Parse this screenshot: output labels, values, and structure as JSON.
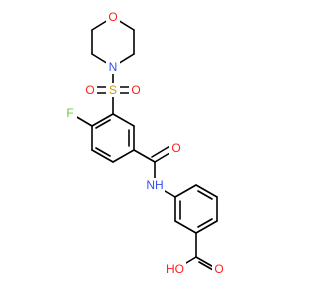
{
  "molecule": {
    "atoms": {
      "F": {
        "label": "F",
        "color": "#66cc33"
      },
      "O_morph": {
        "label": "O",
        "color": "#ff2020"
      },
      "N_morph": {
        "label": "N",
        "color": "#3050f8"
      },
      "S": {
        "label": "S",
        "color": "#c8a000"
      },
      "O_s1": {
        "label": "O",
        "color": "#ff2020"
      },
      "O_s2": {
        "label": "O",
        "color": "#ff2020"
      },
      "O_amide": {
        "label": "O",
        "color": "#ff2020"
      },
      "NH": {
        "label": "NH",
        "color": "#3050f8"
      },
      "OH": {
        "label": "HO",
        "color": "#ff2020"
      },
      "O_acid": {
        "label": "O",
        "color": "#ff2020"
      }
    }
  }
}
